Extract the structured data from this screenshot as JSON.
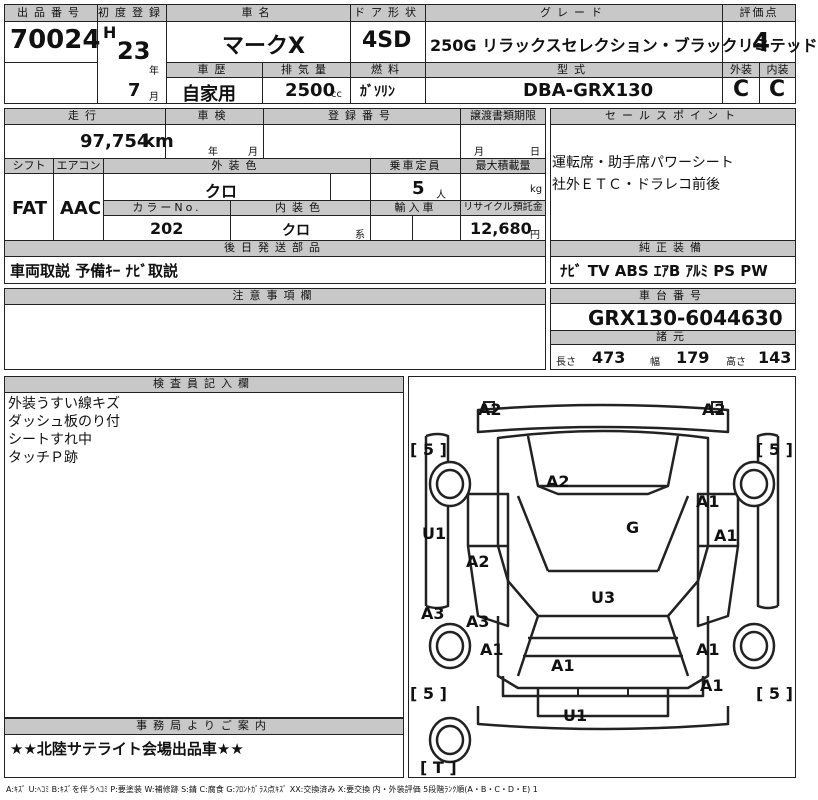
{
  "row1": {
    "lot_number_label": "出品番号",
    "lot_number": "70024",
    "first_reg_label": "初度登録",
    "era_letter": "H",
    "year_value": "23",
    "year_unit": "年",
    "month_value": "7",
    "month_unit": "月",
    "car_name_label": "車名",
    "car_name": "マークX",
    "door_label": "ドア形状",
    "door_value": "4SD",
    "grade_label": "グレード",
    "grade_value": "250G リラックスセレクション・ブラックリミテッド",
    "score_label": "評価点",
    "score_value": "4",
    "history_label": "車歴",
    "history_value": "自家用",
    "displacement_label": "排気量",
    "displacement_value": "2500",
    "displacement_unit": "cc",
    "fuel_label": "燃料",
    "fuel_value": "ｶﾞｿﾘﾝ",
    "model_label": "型式",
    "model_value": "DBA-GRX130",
    "exterior_label": "外装",
    "exterior_value": "C",
    "interior_label": "内装",
    "interior_value": "C"
  },
  "row2": {
    "mileage_label": "走行",
    "mileage_value": "97,754",
    "mileage_unit": "km",
    "inspection_label": "車検",
    "inspection_year_unit": "年",
    "inspection_month_unit": "月",
    "reg_number_label": "登録番号",
    "transfer_label": "譲渡書類期限",
    "transfer_month_unit": "月",
    "transfer_day_unit": "日",
    "shift_label": "シフト",
    "shift_value": "FAT",
    "ac_label": "エアコン",
    "ac_value": "AAC",
    "ext_color_label": "外装色",
    "ext_color_value": "クロ",
    "capacity_label": "乗車定員",
    "capacity_value": "5",
    "capacity_unit": "人",
    "max_load_label": "最大積載量",
    "max_load_unit": "kg",
    "color_no_label": "カラーNo.",
    "color_no_value": "202",
    "int_color_label": "内装色",
    "int_color_value": "クロ",
    "int_color_unit": "系",
    "import_label": "輸入車",
    "recycle_label": "リサイクル預託金",
    "recycle_value": "12,680",
    "recycle_unit": "円"
  },
  "sales_points": {
    "label": "セールスポイント",
    "lines": [
      "運転席・助手席パワーシート",
      "社外ＥＴＣ・ドラレコ前後"
    ]
  },
  "later_parts": {
    "label": "後日発送部品",
    "value": "車両取説 予備ｷｰ ﾅﾋﾞ取説"
  },
  "genuine_equipment": {
    "label": "純正装備",
    "value": "ﾅﾋﾞ TV ABS ｴｱB ｱﾙﾐ PS PW"
  },
  "notes": {
    "label": "注意事項欄"
  },
  "chassis": {
    "label": "車台番号",
    "value": "GRX130-6044630",
    "dims_label": "諸元",
    "length_label": "長さ",
    "length_value": "473",
    "width_label": "幅",
    "width_value": "179",
    "height_label": "高さ",
    "height_value": "143"
  },
  "inspector": {
    "label": "検査員記入欄",
    "lines": [
      "外装うすい線キズ",
      "ダッシュ板のり付",
      "シートすれ中",
      "タッチＰ跡"
    ]
  },
  "office": {
    "label": "事務局よりご案内",
    "value": "★★北陸サテライト会場出品車★★"
  },
  "diagram": {
    "marks": {
      "front_left": "A2",
      "front_right": "A2",
      "tire_fl": "[ 5 ]",
      "tire_fr": "[ 5 ]",
      "hood": "A2",
      "fender_right": "A1",
      "door_front_left": "U1",
      "windshield": "G",
      "door_front_right": "A1",
      "roof_left": "A2",
      "roof_center": "U3",
      "door_rear_left": "A3",
      "roof_left_rear": "A3",
      "rear_left": "A1",
      "quarter_right": "A1",
      "trunk": "A1",
      "rear_right": "A1",
      "tire_rl": "[ 5 ]",
      "tire_rr": "[ 5 ]",
      "rear_bumper": "U1",
      "spare": "[ T ]"
    }
  },
  "legend": "A:ｷｽﾞ U:ﾍｺﾐ B:ｷｽﾞを伴うﾍｺﾐ P:要塗装 W:補修跡 S:錆 C:腐食 G:ﾌﾛﾝﾄｶﾞﾗｽ点ｷｽﾞ XX:交換済み X:要交換 内・外装評価 5段階ﾗﾝｸ順(A・B・C・D・E) 1"
}
